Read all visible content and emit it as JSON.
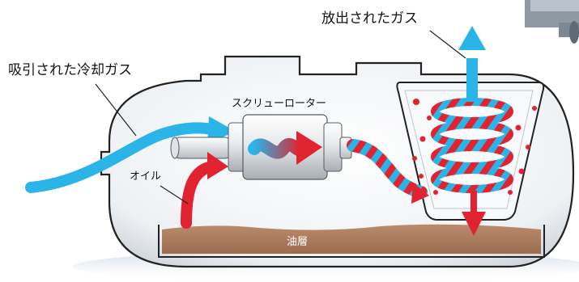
{
  "labels": {
    "intake_gas": "吸引された冷却ガス",
    "discharged_gas": "放出されたガス",
    "screw_rotor": "スクリューローター",
    "oil": "オイル",
    "oil_layer": "油層"
  },
  "colors": {
    "cold_gas": "#2ab4e8",
    "hot_gas": "#e0232e",
    "oil_layer": "#a8775a",
    "shell_fill": "#f4f6f8",
    "shell_stroke": "#222222"
  }
}
